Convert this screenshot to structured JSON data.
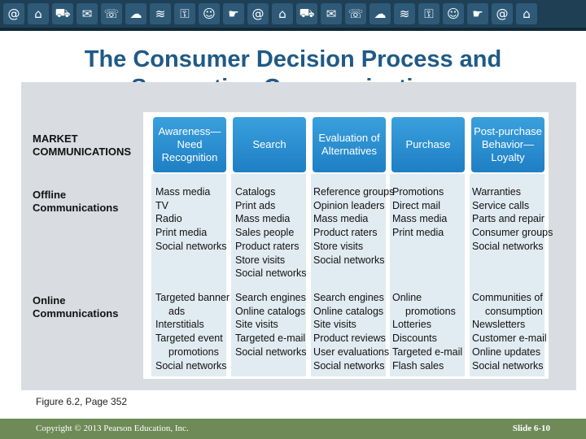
{
  "title": {
    "line1": "The Consumer Decision Process and",
    "line2": "Supporting Communications"
  },
  "banner_icons": [
    "at-icon",
    "home-icon",
    "cart-icon",
    "mail-icon",
    "chat-icon",
    "cloud-icon",
    "wifi-icon",
    "lock-icon",
    "people-icon",
    "hand-icon",
    "at-icon",
    "home-icon",
    "cart-icon",
    "mail-icon",
    "chat-icon",
    "cloud-icon",
    "wifi-icon",
    "lock-icon",
    "people-icon",
    "hand-icon",
    "at-icon",
    "home-icon"
  ],
  "row_labels": {
    "market": [
      "MARKET",
      "COMMUNICATIONS"
    ],
    "offline": [
      "Offline",
      "Communications"
    ],
    "online": [
      "Online",
      "Communications"
    ]
  },
  "columns": [
    {
      "header": [
        "Awareness—",
        "Need",
        "Recognition"
      ],
      "offline": [
        "Mass media",
        "TV",
        "Radio",
        "Print media",
        "Social networks"
      ],
      "online": [
        "Targeted banner",
        "ads",
        "Interstitials",
        "Targeted event",
        "promotions",
        "Social networks"
      ]
    },
    {
      "header": [
        "Search"
      ],
      "offline": [
        "Catalogs",
        "Print ads",
        "Mass media",
        "Sales people",
        "Product raters",
        "Store visits",
        "Social networks"
      ],
      "online": [
        "Search engines",
        "Online catalogs",
        "Site visits",
        "Targeted e-mail",
        "Social networks"
      ]
    },
    {
      "header": [
        "Evaluation of",
        "Alternatives"
      ],
      "offline": [
        "Reference groups",
        "Opinion leaders",
        "Mass media",
        "Product raters",
        "Store visits",
        "Social networks"
      ],
      "online": [
        "Search engines",
        "Online catalogs",
        "Site visits",
        "Product reviews",
        "User evaluations",
        "Social networks"
      ]
    },
    {
      "header": [
        "Purchase"
      ],
      "offline": [
        "Promotions",
        "Direct mail",
        "Mass media",
        "Print media"
      ],
      "online": [
        "Online",
        "promotions",
        "Lotteries",
        "Discounts",
        "Targeted e-mail",
        "Flash sales"
      ]
    },
    {
      "header": [
        "Post-purchase",
        "Behavior—",
        "Loyalty"
      ],
      "offline": [
        "Warranties",
        "Service calls",
        "Parts and repair",
        "Consumer groups",
        "Social networks"
      ],
      "online": [
        "Communities of",
        "consumption",
        "Newsletters",
        "Customer e-mail",
        "Online updates",
        "Social networks"
      ]
    }
  ],
  "caption": "Figure 6.2, Page 352",
  "footer": {
    "copyright": "Copyright © 2013 Pearson Education, Inc.",
    "slide": "Slide 6-10"
  }
}
